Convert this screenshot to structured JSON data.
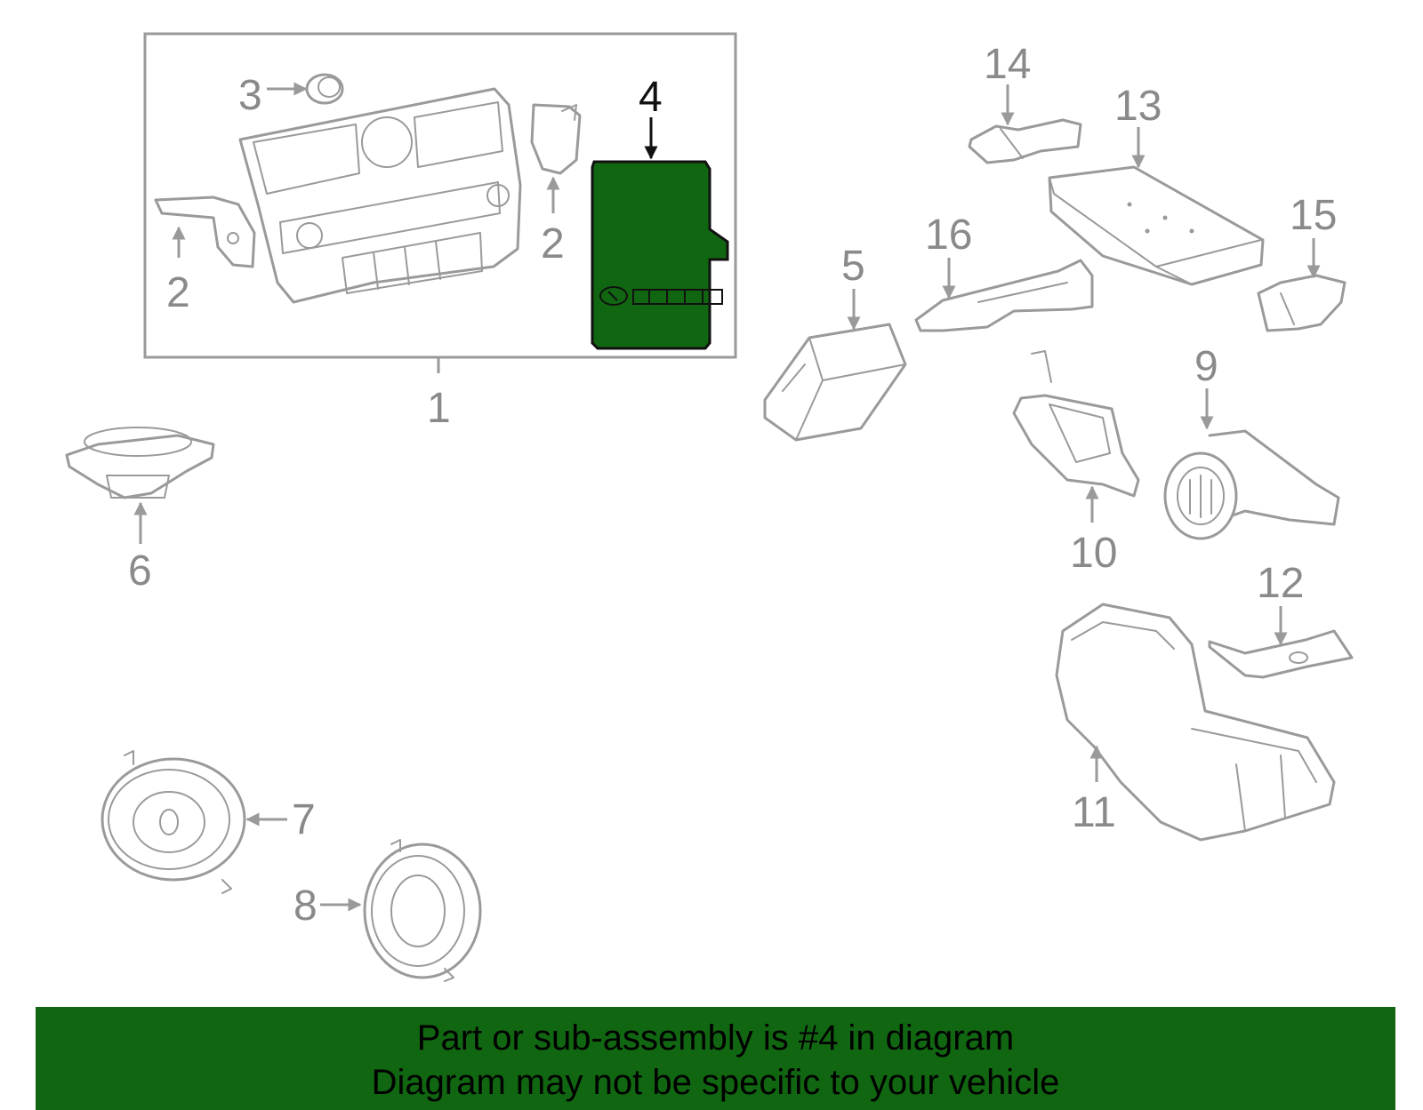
{
  "labels": {
    "c1": "1",
    "c2a": "2",
    "c2b": "2",
    "c3": "3",
    "c4": "4",
    "c5": "5",
    "c6": "6",
    "c7": "7",
    "c8": "8",
    "c9": "9",
    "c10": "10",
    "c11": "11",
    "c12": "12",
    "c13": "13",
    "c14": "14",
    "c15": "15",
    "c16": "16"
  },
  "highlight_part": "4",
  "colors": {
    "highlight": "#116611",
    "line": "#9a9a9a",
    "banner": "#116611"
  },
  "banner": {
    "line1": "Part or sub-assembly is #4 in diagram",
    "line2": "Diagram may not be specific to your vehicle"
  }
}
